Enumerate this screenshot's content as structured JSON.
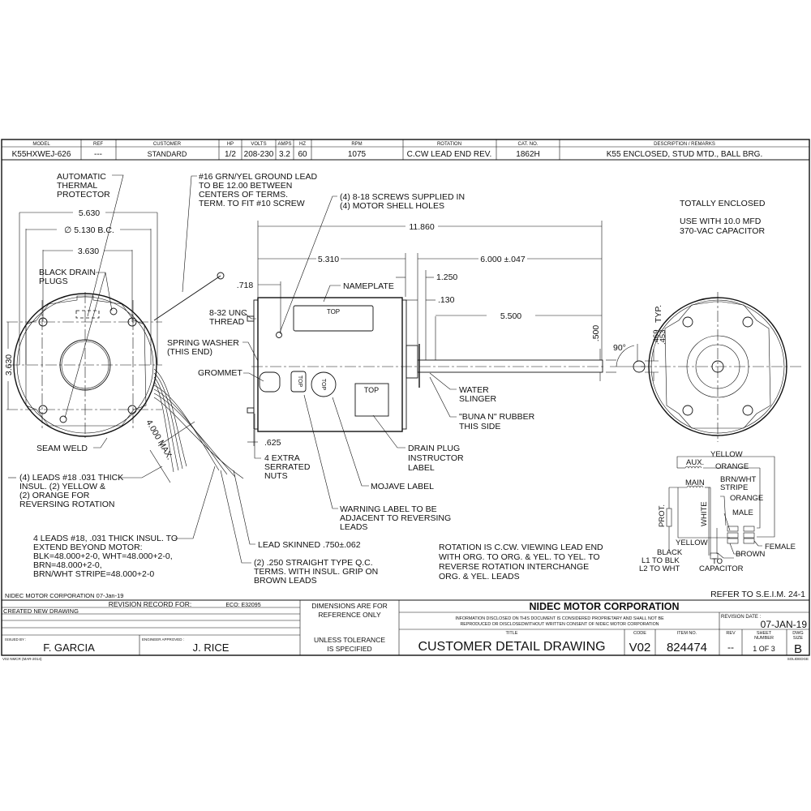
{
  "header": {
    "columns": [
      "MODEL",
      "REF",
      "CUSTOMER",
      "HP",
      "VOLTS",
      "AMPS",
      "HZ",
      "RPM",
      "ROTATION",
      "CAT. NO.",
      "DESCRIPTION / REMARKS"
    ],
    "values": [
      "K55HXWEJ-626",
      "---",
      "STANDARD",
      "1/2",
      "208-230",
      "3.2",
      "60",
      "1075",
      "C.CW LEAD END REV.",
      "1862H",
      "K55 ENCLOSED, STUD MTD., BALL BRG."
    ]
  },
  "end_view": {
    "thermal": [
      "AUTOMATIC",
      "THERMAL",
      "PROTECTOR"
    ],
    "dim_width": "5.630",
    "dim_bc": "∅ 5.130  B.C.",
    "dim_inner": "3.630",
    "dim_vertical": "3.630",
    "drain_plugs": [
      "BLACK DRAIN",
      "PLUGS"
    ],
    "seam_weld": "SEAM WELD",
    "lead_length": "4.000 MAX."
  },
  "side_view": {
    "ground_lead": [
      "#16 GRN/YEL GROUND LEAD",
      "TO BE 12.00 BETWEEN",
      "CENTERS OF TERMS.",
      "TERM. TO FIT #10 SCREW"
    ],
    "screws": [
      "(4) 8-18 SCREWS SUPPLIED IN",
      "(4) MOTOR SHELL HOLES"
    ],
    "dim_overall": "11.860",
    "dim_body": "5.310",
    "dim_shaft": "6.000 ±.047",
    "dim_718": ".718",
    "dim_1250": "1.250",
    "dim_130": ".130",
    "dim_5500": "5.500",
    "dim_500": ".500",
    "dim_625": ".625",
    "nameplate": "NAMEPLATE",
    "unc_thread": [
      "8-32 UNC",
      "THREAD"
    ],
    "spring_washer": [
      "SPRING WASHER",
      "(THIS END)"
    ],
    "grommet": "GROMMET",
    "top": "TOP",
    "water_slinger": [
      "WATER",
      "SLINGER"
    ],
    "buna": [
      "\"BUNA N\" RUBBER",
      "THIS SIDE"
    ],
    "drain_label": [
      "DRAIN PLUG",
      "INSTRUCTOR",
      "LABEL"
    ],
    "serrated_nuts": [
      "4 EXTRA",
      "SERRATED",
      "NUTS"
    ],
    "mojave": "MOJAVE LABEL",
    "warning": [
      "WARNING LABEL TO BE",
      "ADJACENT TO REVERSING",
      "LEADS"
    ],
    "lead_skinned": "LEAD SKINNED .750±.062",
    "qc_terms": [
      "(2) .250 STRAIGHT TYPE Q.C.",
      "TERMS. WITH INSUL. GRIP ON",
      "BROWN LEADS"
    ],
    "reversing_leads": [
      "(4) LEADS #18 .031 THICK",
      "INSUL. (2) YELLOW &",
      "(2) ORANGE FOR",
      "REVERSING ROTATION"
    ],
    "extend_leads": [
      "4 LEADS #18, .031 THICK INSUL. TO",
      "EXTEND BEYOND MOTOR:",
      "BLK=48.000+2-0, WHT=48.000+2-0,",
      "BRN=48.000+2-0,",
      "BRN/WHT STRIPE=48.000+2-0"
    ]
  },
  "notes": {
    "enclosed": "TOTALLY ENCLOSED",
    "capacitor": [
      "USE WITH 10.0 MFD",
      "370-VAC CAPACITOR"
    ],
    "angle": "90°",
    "flat_dims": [
      ".469",
      ".453"
    ],
    "typ": "TYP.",
    "rotation": [
      "ROTATION IS C.CW. VIEWING LEAD END",
      "WITH ORG. TO ORG. & YEL. TO YEL. TO",
      "REVERSE ROTATION INTERCHANGE",
      "ORG. & YEL. LEADS"
    ],
    "refer": "REFER TO S.E.I.M. 24-1"
  },
  "wiring": {
    "yellow": "YELLOW",
    "aux": "AUX.",
    "orange": "ORANGE",
    "main": "MAIN",
    "brn_wht": [
      "BRN/WHT",
      "STRIPE"
    ],
    "orange2": "ORANGE",
    "male": "MALE",
    "prot": "PROT.",
    "white": "WHITE",
    "yellow2": "YELLOW",
    "female": "FEMALE",
    "brown": "BROWN",
    "black": "BLACK",
    "l1": "L1 TO BLK",
    "l2": "L2 TO WHT",
    "to_cap": [
      "TO",
      "CAPACITOR"
    ]
  },
  "title_block": {
    "company_date": "NIDEC MOTOR CORPORATION 07-Jan-19",
    "revision_record": "REVISION RECORD FOR:",
    "eco": "ECO: E32095",
    "revision_entry": "CREATED NEW DRAWING",
    "issued_by_label": "ISSUED BY :",
    "issued_by": "F. GARCIA",
    "engineer_label": "ENGINEER APPROVED :",
    "engineer": "J. RICE",
    "dims_ref": [
      "DIMENSIONS ARE FOR",
      "REFERENCE ONLY"
    ],
    "tolerance": [
      "UNLESS TOLERANCE",
      "IS SPECIFIED"
    ],
    "company": "NIDEC MOTOR CORPORATION",
    "proprietary": [
      "INFORMATION DISCLOSED ON THIS DOCUMENT IS CONSIDERED PROPRIETARY AND SHALL NOT BE",
      "REPRODUCED OR DISCLOSEDWITHOUT WRITTEN CONSENT OF NIDEC MOTOR CORPORATION"
    ],
    "revision_date_label": "REVISION DATE :",
    "revision_date": "07-JAN-19",
    "title_label": "TITLE",
    "title": "CUSTOMER  DETAIL  DRAWING",
    "code_label": "CODE",
    "code": "V02",
    "item_label": "ITEM NO.",
    "item": "824474",
    "rev_label": "REV",
    "rev": "--",
    "sheet_label": [
      "SHEET",
      "NUMBER"
    ],
    "sheet": "1  OF  3",
    "dwg_label": [
      "DWG",
      "SIZE"
    ],
    "dwg": "B",
    "form_code": "V02  NMCR (MAR-2014)",
    "software": "SOLIDEDGE"
  }
}
